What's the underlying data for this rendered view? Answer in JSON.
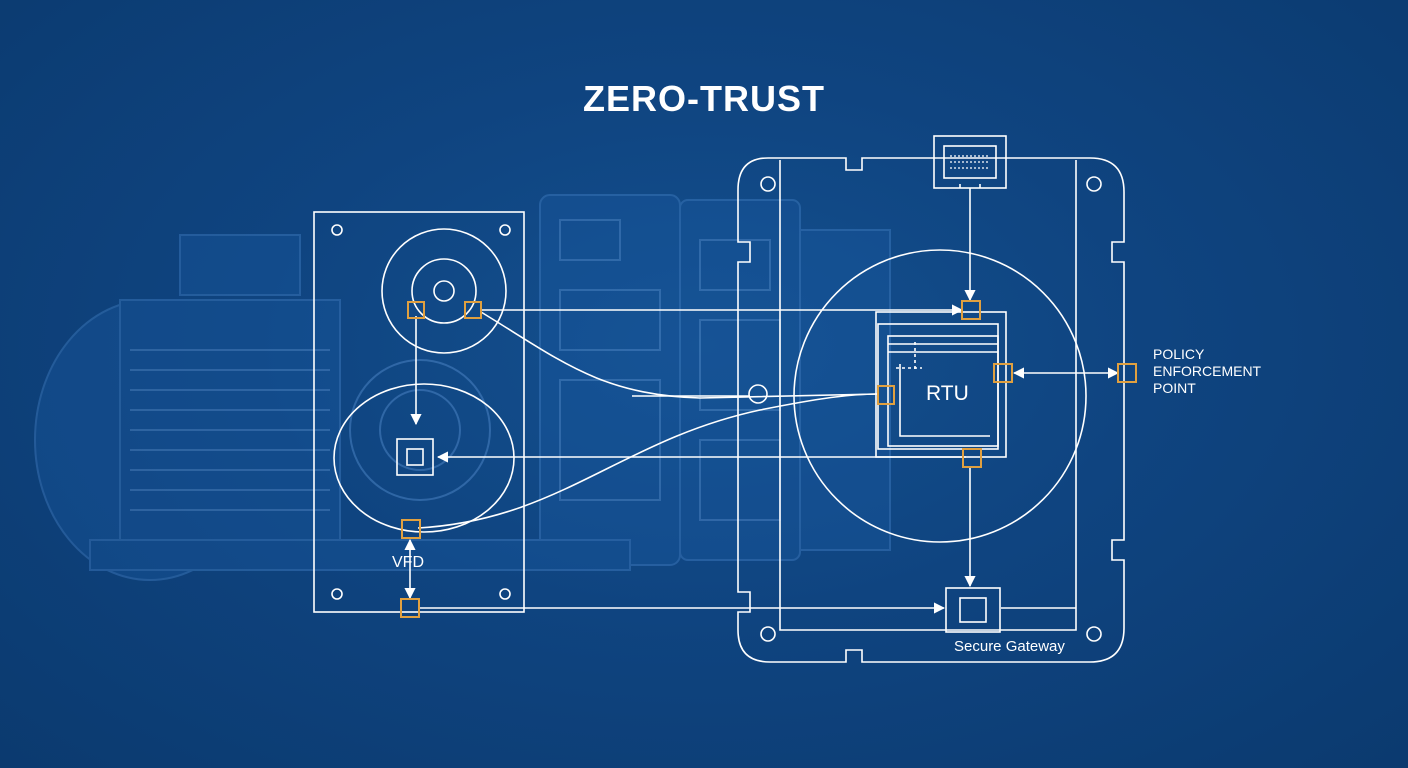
{
  "diagram": {
    "title": "ZERO-TRUST",
    "labels": {
      "vfd": "VFD",
      "rtu": "RTU",
      "policy_enforcement_point": [
        "POLICY",
        "ENFORCEMENT",
        "POINT"
      ],
      "secure_gateway": "Secure Gateway"
    }
  },
  "colors": {
    "background": "#0d3f78",
    "line": "#ffffff",
    "connector": "#e0a040",
    "ghost_machinery": "#3f7cc2"
  },
  "icons": [
    "motor-background",
    "connector-chip-icon",
    "gateway-device-icon"
  ]
}
